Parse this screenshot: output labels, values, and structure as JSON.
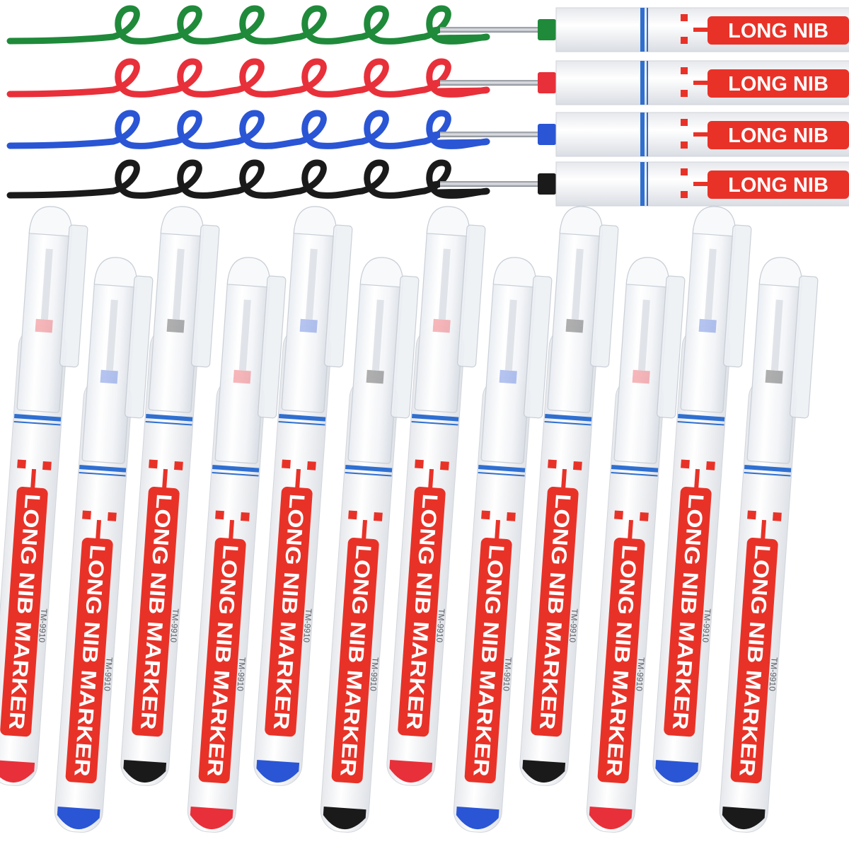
{
  "product": {
    "label_top": "LONG NIB",
    "label_marker": "LONG NIB MARKER",
    "model_code": "TM-9910"
  },
  "ink_colors": {
    "green": "#1f8a3a",
    "red": "#e8303a",
    "blue": "#2a55d4",
    "black": "#1a1a1a"
  },
  "swatch_rows": [
    {
      "ink": "green"
    },
    {
      "ink": "red"
    },
    {
      "ink": "blue"
    },
    {
      "ink": "black"
    }
  ],
  "markers": [
    {
      "ink": "red"
    },
    {
      "ink": "blue"
    },
    {
      "ink": "black"
    },
    {
      "ink": "red"
    },
    {
      "ink": "blue"
    },
    {
      "ink": "black"
    },
    {
      "ink": "red"
    },
    {
      "ink": "blue"
    },
    {
      "ink": "black"
    },
    {
      "ink": "red"
    },
    {
      "ink": "blue"
    },
    {
      "ink": "black"
    }
  ],
  "accent": {
    "label_red": "#e83228",
    "band_blue": "#2f6fd0"
  }
}
